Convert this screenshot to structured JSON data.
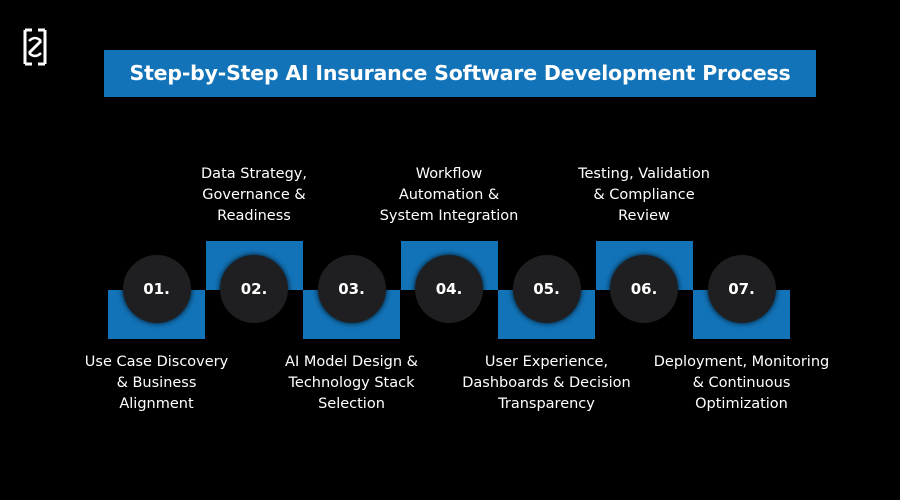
{
  "title": "Step-by-Step AI Insurance Software Development Process",
  "colors": {
    "background": "#000000",
    "accent": "#1273b8",
    "circle": "#1f1f21",
    "text": "#ffffff"
  },
  "logo": {
    "icon": "brand-logo-icon"
  },
  "steps": [
    {
      "number": "01.",
      "label_lines": [
        "Use Case Discovery",
        "& Business",
        "Alignment"
      ],
      "label_position": "below"
    },
    {
      "number": "02.",
      "label_lines": [
        "Data Strategy,",
        "Governance &",
        "Readiness"
      ],
      "label_position": "above"
    },
    {
      "number": "03.",
      "label_lines": [
        "AI Model Design &",
        "Technology Stack",
        "Selection"
      ],
      "label_position": "below"
    },
    {
      "number": "04.",
      "label_lines": [
        "Workflow",
        "Automation &",
        "System Integration"
      ],
      "label_position": "above"
    },
    {
      "number": "05.",
      "label_lines": [
        "User Experience,",
        "Dashboards & Decision",
        "Transparency"
      ],
      "label_position": "below"
    },
    {
      "number": "06.",
      "label_lines": [
        "Testing, Validation",
        "& Compliance",
        "Review"
      ],
      "label_position": "above"
    },
    {
      "number": "07.",
      "label_lines": [
        "Deployment, Monitoring",
        "& Continuous",
        "Optimization"
      ],
      "label_position": "below"
    }
  ]
}
